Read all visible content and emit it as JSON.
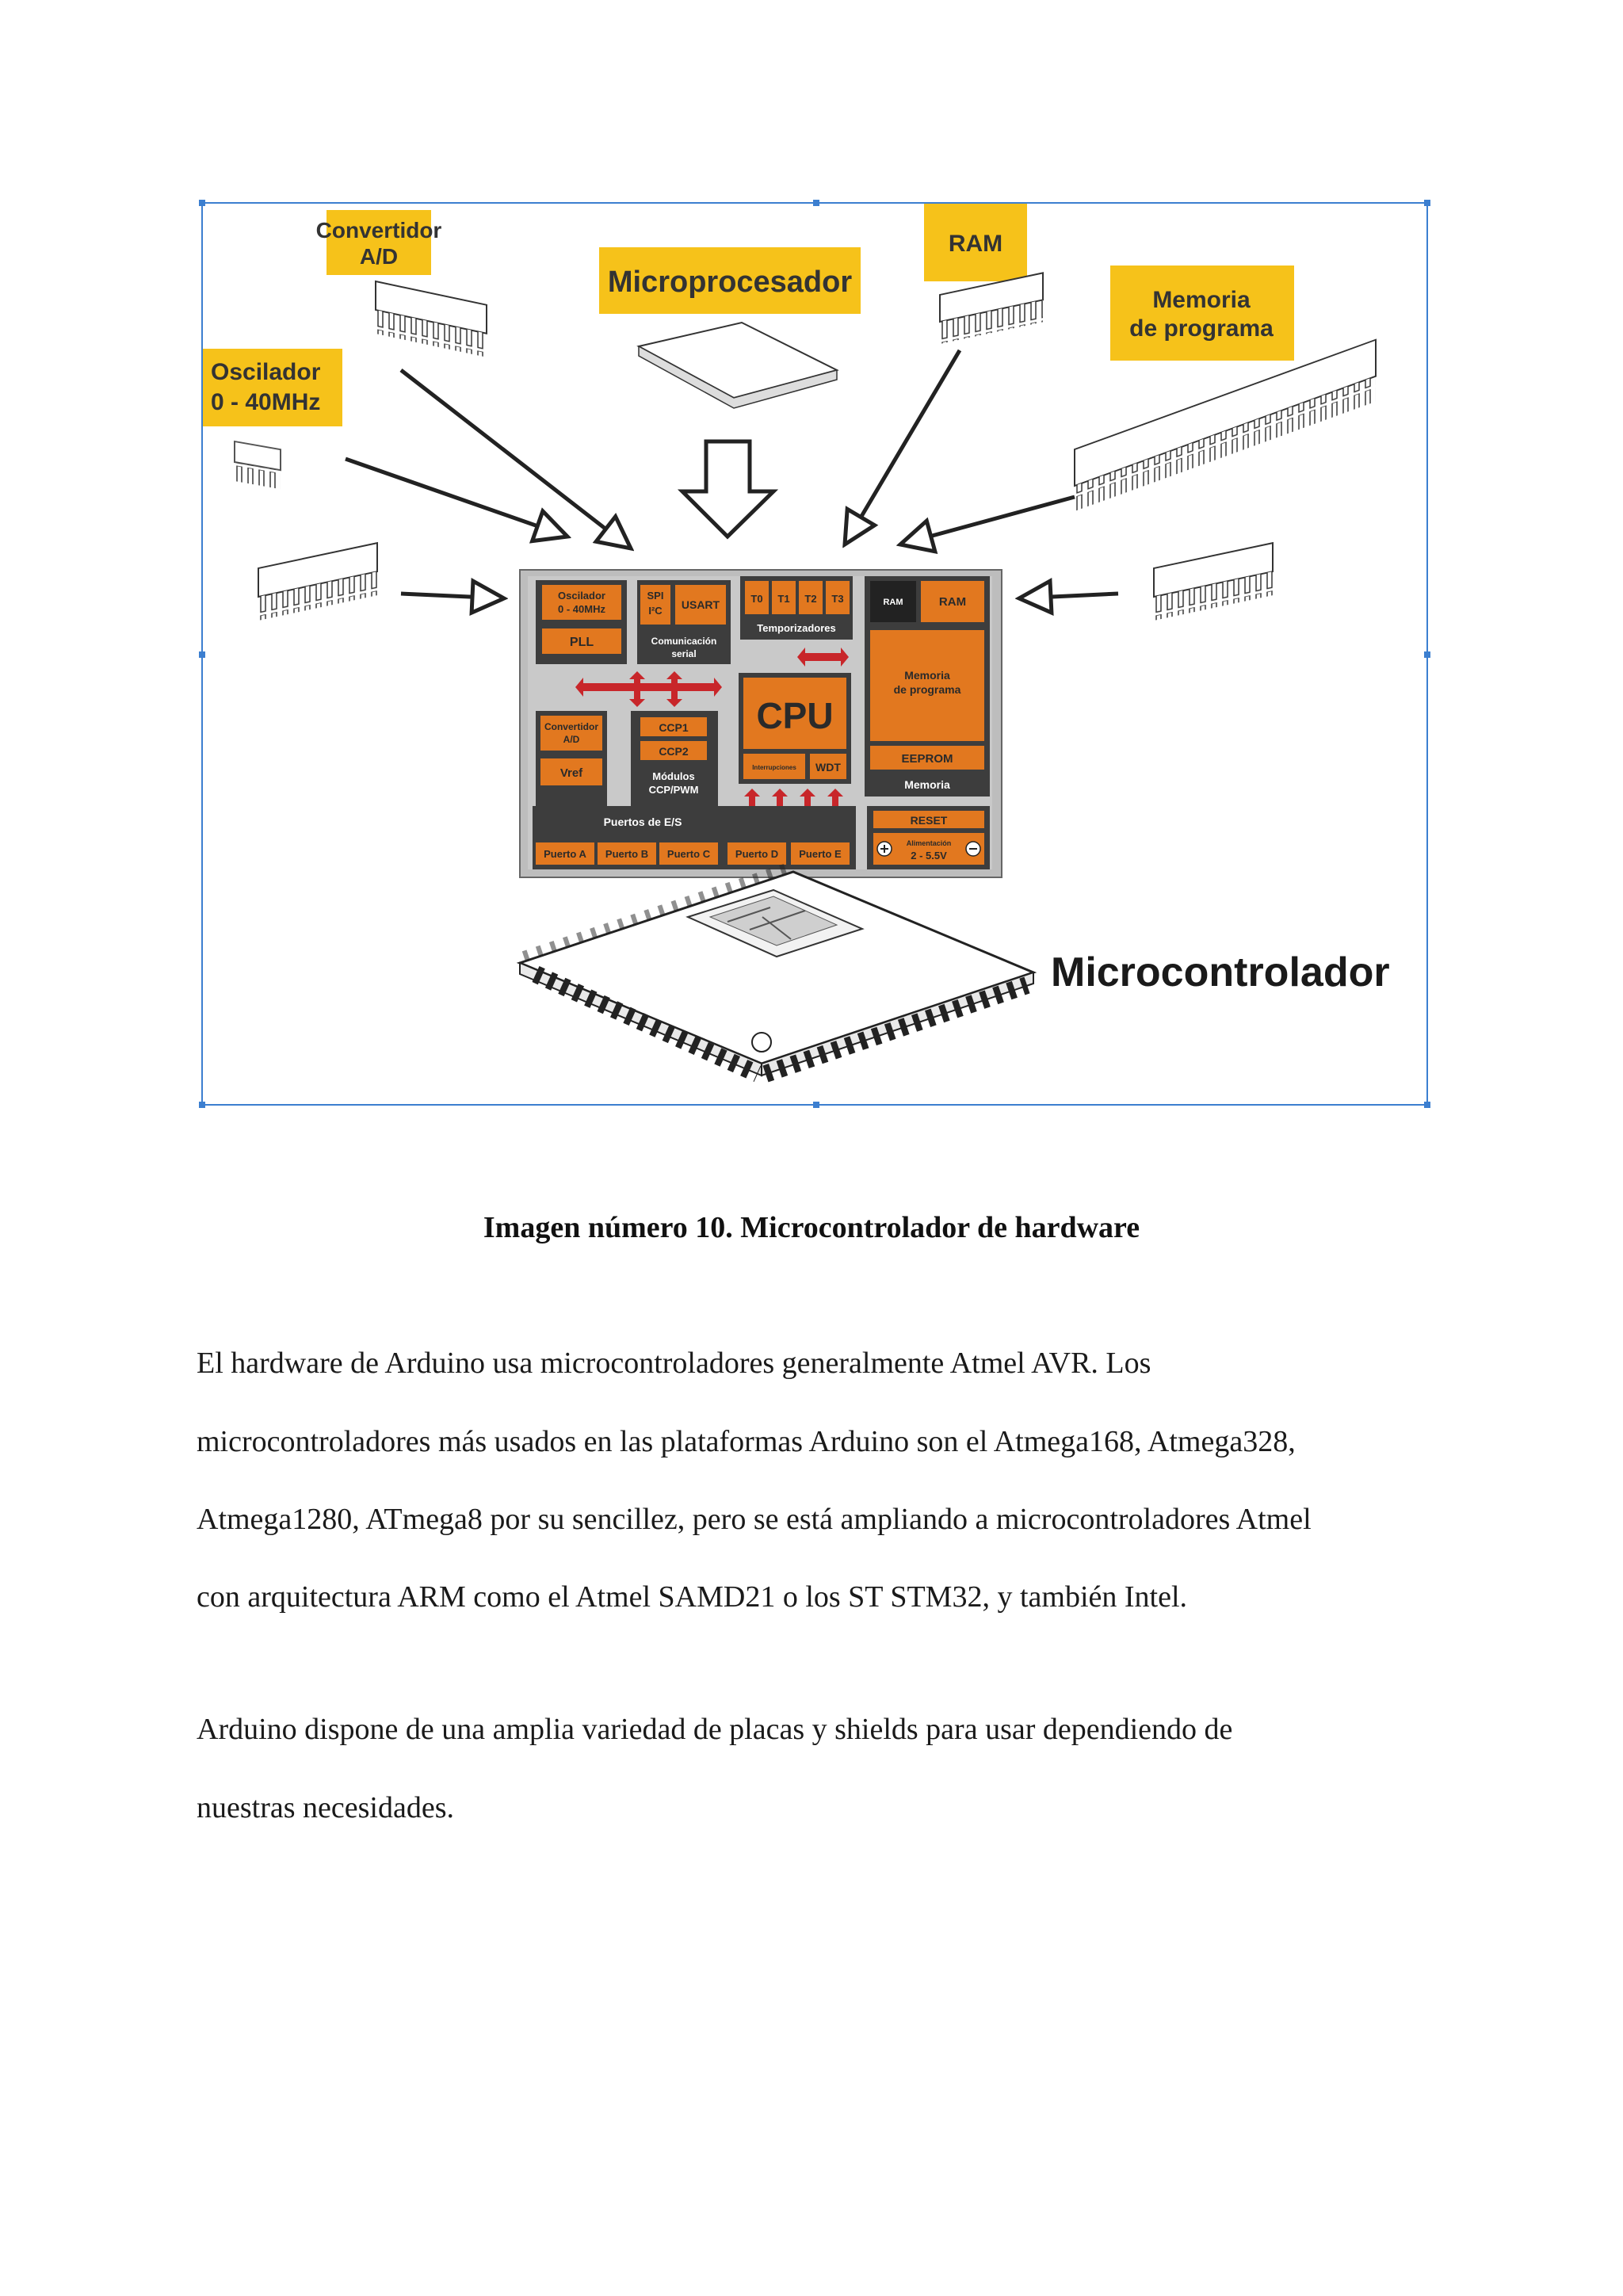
{
  "figure": {
    "labels": {
      "convertidor": [
        "Convertidor",
        "A/D"
      ],
      "microprocesador": "Microprocesador",
      "ram": "RAM",
      "memoria_programa": [
        "Memoria",
        "de programa"
      ],
      "oscilador": [
        "Oscilador",
        "0 - 40MHz"
      ],
      "microcontrolador": "Microcontrolador"
    },
    "die": {
      "oscilador": [
        "Oscilador",
        "0 - 40MHz"
      ],
      "pll": "PLL",
      "spi": [
        "SPI",
        "I²C"
      ],
      "usart": "USART",
      "comunicacion": [
        "Comunicación",
        "serial"
      ],
      "timers": [
        "T0",
        "T1",
        "T2",
        "T3"
      ],
      "temporizadores": "Temporizadores",
      "ram_die": "RAM",
      "memoria_die": [
        "Memoria",
        "de programa"
      ],
      "eeprom": "EEPROM",
      "memoria_label": "Memoria",
      "cpu": "CPU",
      "interrupciones": "Interrupciones",
      "wdt": "WDT",
      "convertidor_die": [
        "Convertidor",
        "A/D"
      ],
      "vref": "Vref",
      "ccp1": "CCP1",
      "ccp2": "CCP2",
      "modulos": [
        "Módulos",
        "CCP/PWM"
      ],
      "puertos_title": "Puertos de E/S",
      "puertos": [
        "Puerto A",
        "Puerto B",
        "Puerto C",
        "Puerto D",
        "Puerto E"
      ],
      "reset": "RESET",
      "alimentacion": [
        "Alimentación",
        "2 - 5.5V"
      ]
    }
  },
  "caption": "Imagen número 10. Microcontrolador de hardware",
  "paragraph1": [
    "El hardware de Arduino usa microcontroladores generalmente Atmel AVR. Los",
    "microcontroladores más usados en las plataformas Arduino son el Atmega168, Atmega328,",
    "Atmega1280, ATmega8 por su sencillez, pero se está ampliando a microcontroladores Atmel",
    "con arquitectura ARM como el Atmel SAMD21 o los ST STM32, y también Intel."
  ],
  "paragraph2": [
    "Arduino dispone de una amplia variedad de placas y shields para usar dependiendo de",
    "nuestras necesidades."
  ],
  "colors": {
    "accent_yellow": "#f6c21a",
    "die_orange": "#e2781f",
    "die_gray": "#bdbdbd",
    "frame_blue": "#3c7fd0"
  }
}
